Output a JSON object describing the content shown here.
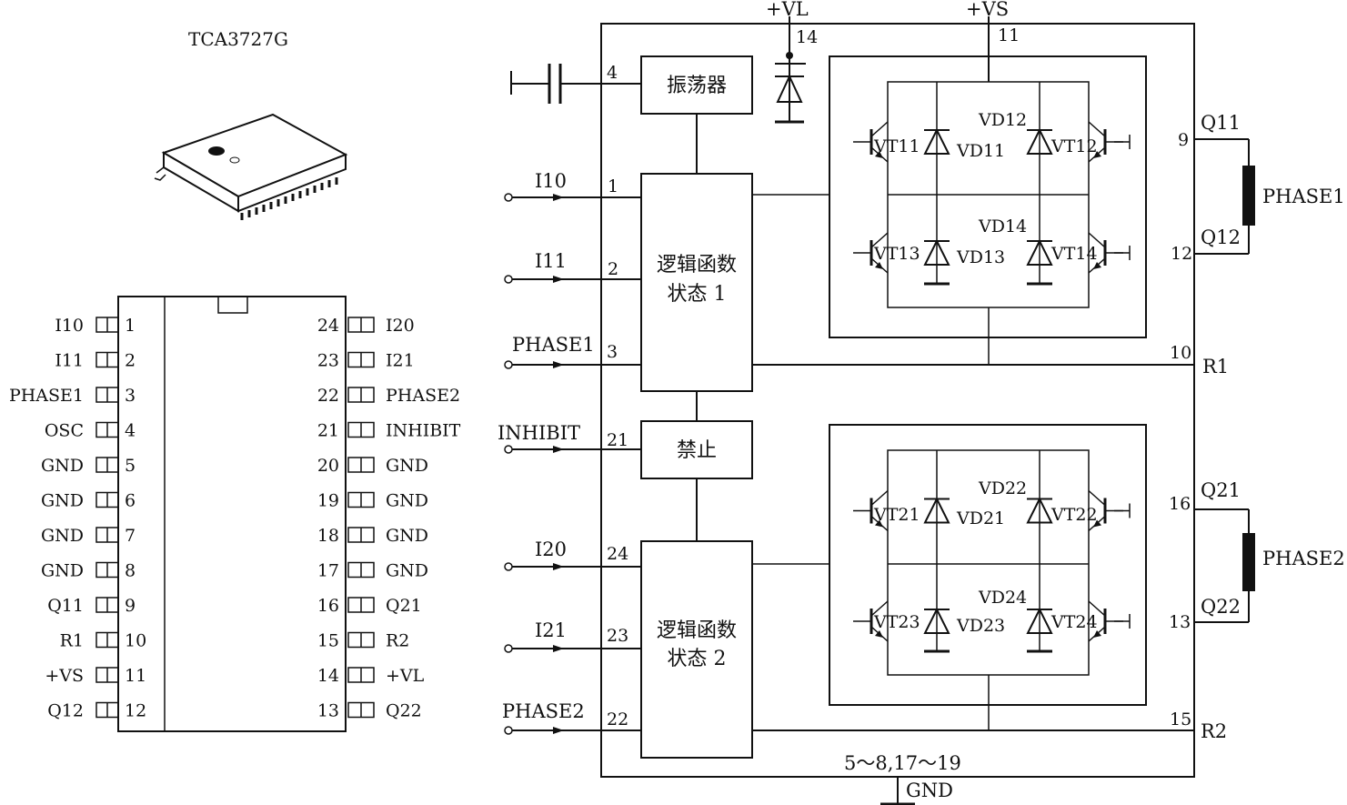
{
  "package": {
    "title": "TCA3727G",
    "left_pins": [
      {
        "name": "I10",
        "num": "1"
      },
      {
        "name": "I11",
        "num": "2"
      },
      {
        "name": "PHASE1",
        "num": "3"
      },
      {
        "name": "OSC",
        "num": "4"
      },
      {
        "name": "GND",
        "num": "5"
      },
      {
        "name": "GND",
        "num": "6"
      },
      {
        "name": "GND",
        "num": "7"
      },
      {
        "name": "GND",
        "num": "8"
      },
      {
        "name": "Q11",
        "num": "9"
      },
      {
        "name": "R1",
        "num": "10"
      },
      {
        "name": "+VS",
        "num": "11"
      },
      {
        "name": "Q12",
        "num": "12"
      }
    ],
    "right_pins": [
      {
        "num": "24",
        "name": "I20"
      },
      {
        "num": "23",
        "name": "I21"
      },
      {
        "num": "22",
        "name": "PHASE2"
      },
      {
        "num": "21",
        "name": "INHIBIT"
      },
      {
        "num": "20",
        "name": "GND"
      },
      {
        "num": "19",
        "name": "GND"
      },
      {
        "num": "18",
        "name": "GND"
      },
      {
        "num": "17",
        "name": "GND"
      },
      {
        "num": "16",
        "name": "Q21"
      },
      {
        "num": "15",
        "name": "R2"
      },
      {
        "num": "14",
        "name": "+VL"
      },
      {
        "num": "13",
        "name": "Q22"
      }
    ]
  },
  "blocks": {
    "oscillator": "振荡器",
    "logic1_line1": "逻辑函数",
    "logic1_line2": "状态 1",
    "inhibit": "禁止",
    "logic2_line1": "逻辑函数",
    "logic2_line2": "状态 2"
  },
  "supply": {
    "vl": "+VL",
    "vl_pin": "14",
    "vs": "+VS",
    "vs_pin": "11",
    "gnd": "GND",
    "gnd_pins": "5～8,17～19"
  },
  "inputs": {
    "i10": "I10",
    "i10_pin": "1",
    "i11": "I11",
    "i11_pin": "2",
    "phase1": "PHASE1",
    "phase1_pin": "3",
    "osc_pin": "4",
    "inhibit": "INHIBIT",
    "inhibit_pin": "21",
    "i20": "I20",
    "i20_pin": "24",
    "i21": "I21",
    "i21_pin": "23",
    "phase2": "PHASE2",
    "phase2_pin": "22"
  },
  "outputs": {
    "q11_pin": "9",
    "q11": "Q11",
    "q12_pin": "12",
    "q12": "Q12",
    "phase1_coil": "PHASE1",
    "r1_pin": "10",
    "r1": "R1",
    "q21_pin": "16",
    "q21": "Q21",
    "q22_pin": "13",
    "q22": "Q22",
    "phase2_coil": "PHASE2",
    "r2_pin": "15",
    "r2": "R2"
  },
  "bridge1": {
    "vt11": "VT11",
    "vd11": "VD11",
    "vd12": "VD12",
    "vt12": "VT12",
    "vd14": "VD14",
    "vt13": "VT13",
    "vd13": "VD13",
    "vt14": "VT14"
  },
  "bridge2": {
    "vt21": "VT21",
    "vd21": "VD21",
    "vd22": "VD22",
    "vt22": "VT22",
    "vd24": "VD24",
    "vt23": "VT23",
    "vd23": "VD23",
    "vt24": "VT24"
  }
}
